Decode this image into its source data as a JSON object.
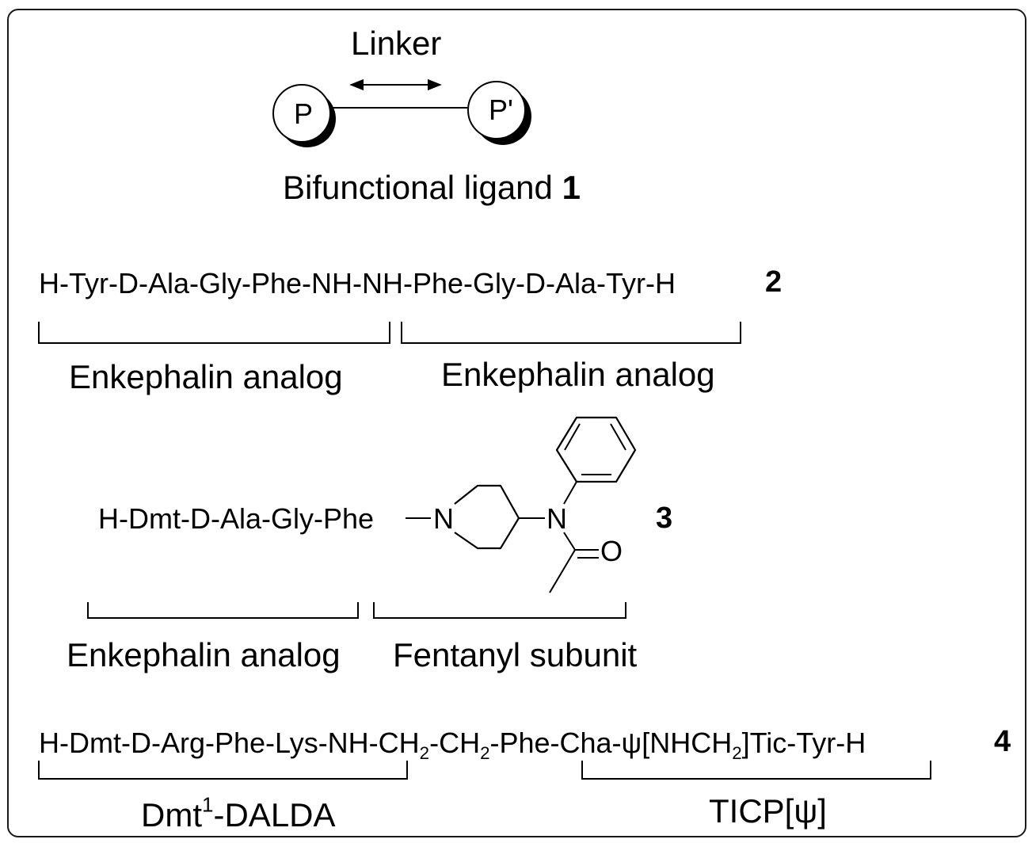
{
  "ligand1": {
    "linker_label": "Linker",
    "left_node": "P",
    "right_node": "P'",
    "caption_text": "Bifunctional ligand",
    "caption_number": "1"
  },
  "compound2": {
    "sequence": "H-Tyr-D-Ala-Gly-Phe-NH-NH-Phe-Gly-D-Ala-Tyr-H",
    "number": "2",
    "left_label": "Enkephalin analog",
    "right_label": "Enkephalin analog"
  },
  "compound3": {
    "sequence": "H-Dmt-D-Ala-Gly-Phe",
    "number": "3",
    "atoms": {
      "piperidine_n": "N",
      "amide_n": "N",
      "carbonyl_o": "O"
    },
    "left_label": "Enkephalin analog",
    "right_label": "Fentanyl subunit"
  },
  "compound4": {
    "seq_part1": "H-Dmt-D-Arg-Phe-Lys-NH-CH",
    "sub1": "2",
    "seq_part2": "-CH",
    "sub2": "2",
    "seq_part3": "-Phe-Cha-ψ[NHCH",
    "sub3": "2",
    "seq_part4": "]Tic-Tyr-H",
    "number": "4",
    "left_label_prefix": "Dmt",
    "left_label_sup": "1",
    "left_label_suffix": "-DALDA",
    "right_label": "TICP[ψ]"
  }
}
